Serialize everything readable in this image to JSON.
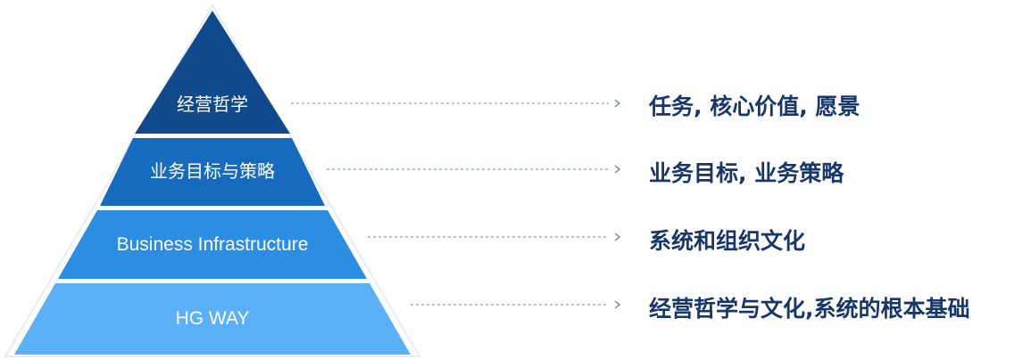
{
  "pyramid": {
    "tiers": [
      {
        "label": "经营哲学",
        "description": "任务, 核心价值, 愿景",
        "color": "#114a8c"
      },
      {
        "label": "业务目标与策略",
        "description": "业务目标, 业务策略",
        "color": "#176bbf"
      },
      {
        "label": "Business Infrastructure",
        "description": "系统和组织文化",
        "color": "#2b8ee3"
      },
      {
        "label": "HG WAY",
        "description": "经营哲学与文化,系统的根本基础",
        "color": "#5ab1f8"
      }
    ],
    "outline_color": "#ffffff",
    "text_color": "#17376b"
  }
}
